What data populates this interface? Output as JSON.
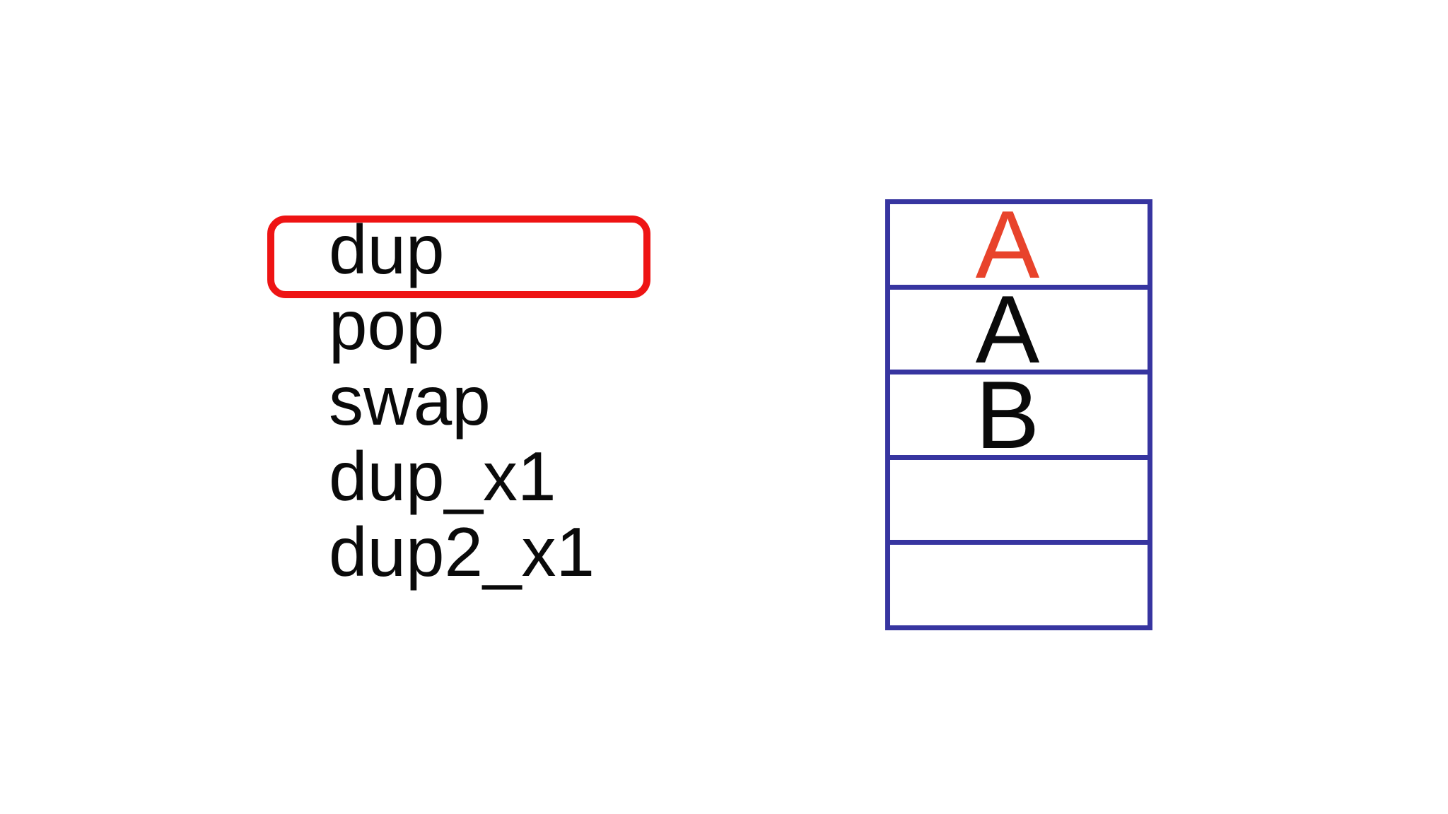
{
  "colors": {
    "background": "#FFFFFF",
    "highlight_red": "#EE1414",
    "stack_border_blue": "#3735A0",
    "top_value_red": "#E8432B",
    "text_black": "#0A0A0A"
  },
  "op_list": {
    "items": [
      {
        "label": "dup",
        "highlighted": true
      },
      {
        "label": "pop",
        "highlighted": false
      },
      {
        "label": "swap",
        "highlighted": false
      },
      {
        "label": "dup_x1",
        "highlighted": false
      },
      {
        "label": "dup2_x1",
        "highlighted": false
      }
    ]
  },
  "stack": {
    "cells": [
      {
        "value": "A",
        "color": "#E8432B"
      },
      {
        "value": "A",
        "color": "#0A0A0A"
      },
      {
        "value": "B",
        "color": "#0A0A0A"
      },
      {
        "value": "",
        "color": "#0A0A0A"
      },
      {
        "value": "",
        "color": "#0A0A0A"
      }
    ]
  }
}
